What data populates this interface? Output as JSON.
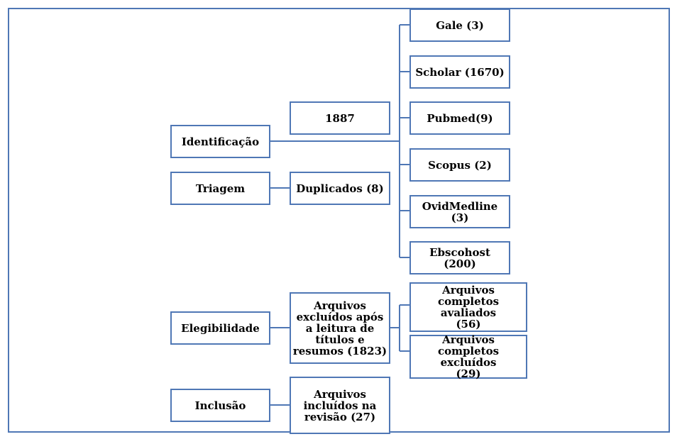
{
  "colors": {
    "border": "#4f77b5",
    "line": "#4f77b5",
    "text": "#000000",
    "background": "#ffffff"
  },
  "stages": {
    "identification": "Identificação",
    "screening": "Triagem",
    "eligibility": "Elegibilidade",
    "inclusion": "Inclusão"
  },
  "identification": {
    "total": "1887",
    "sources": [
      "Gale (3)",
      "Scholar (1670)",
      "Pubmed(9)",
      "Scopus (2)",
      "OvidMedline (3)",
      "Ebscohost (200)"
    ]
  },
  "screening": {
    "duplicates": "Duplicados (8)"
  },
  "eligibility": {
    "excluded_title_abstract": "Arquivos excluídos após a leitura de títulos e resumos (1823)",
    "full_text_assessed": "Arquivos completos avaliados (56)",
    "full_text_excluded": "Arquivos completos excluídos (29)"
  },
  "inclusion": {
    "included": "Arquivos incluídos na revisão (27)"
  }
}
